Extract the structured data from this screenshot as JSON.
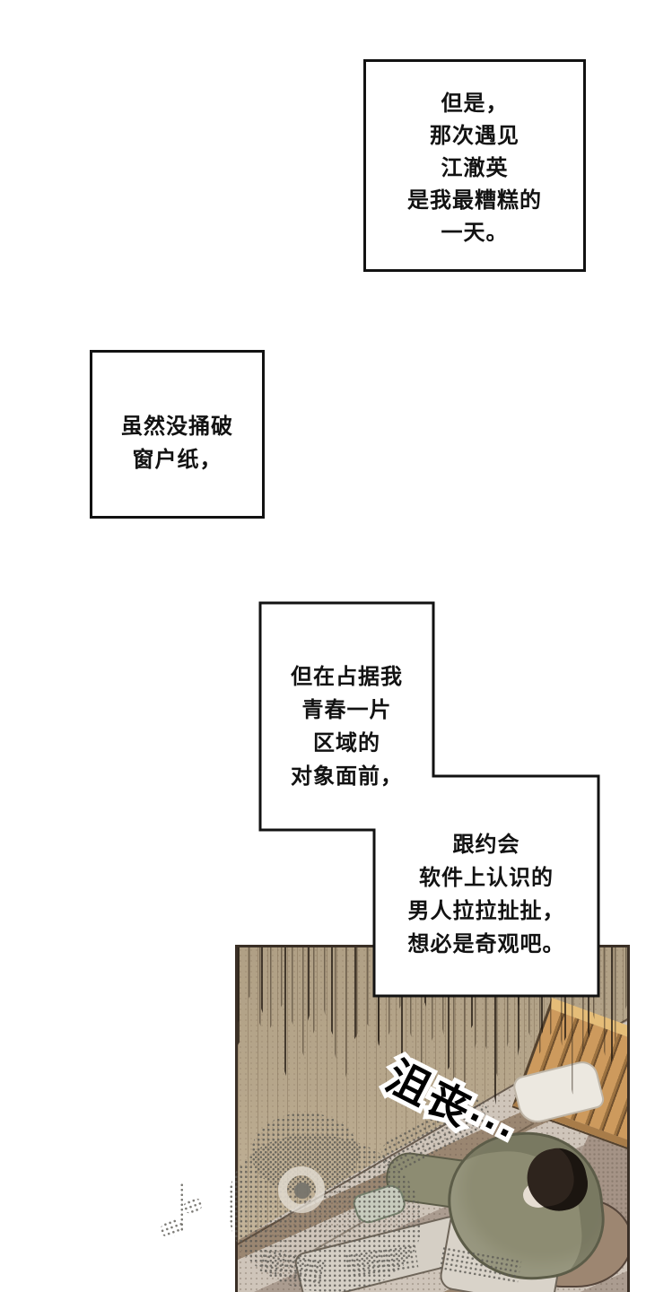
{
  "page": {
    "type": "comic-page",
    "background": "#ffffff"
  },
  "speech_boxes": {
    "box1": {
      "lines": [
        "但是，",
        "那次遇见",
        "江澈英",
        "是我最糟糕的",
        "一天。"
      ]
    },
    "box2": {
      "lines": [
        "虽然没捅破",
        "窗户纸，"
      ]
    },
    "box3": {
      "lines": [
        "但在占据我",
        "青春一片",
        "区域的",
        "对象面前，"
      ]
    },
    "box4": {
      "lines": [
        "跟约会",
        "软件上认识的",
        "男人拉拉扯扯，",
        "想必是奇观吧。"
      ]
    }
  },
  "sfx": {
    "text": "沮丧···"
  },
  "colors": {
    "ink": "#121212",
    "panel-border": "#3a2f26",
    "wall": "#b7a78c",
    "wall-light": "#c9baa0",
    "bed-light": "#cfc5ba",
    "bed-mid": "#ab9c90",
    "bed-brown": "#9a8671",
    "wood": "#cd9a5d",
    "wood-light": "#e5bd78",
    "wood-dark": "#70502e",
    "pillow-white": "#ece8e0",
    "blanket": "#a59386",
    "jacket": "#8d8c72",
    "jacket-dark": "#5c5c48",
    "hair": "#2e241d",
    "skin": "#e6ddd2",
    "headrest": "#9d8671",
    "pants": "#d9d3c9",
    "glove": "#c7cbbd",
    "watermark": "#6f6e68"
  }
}
